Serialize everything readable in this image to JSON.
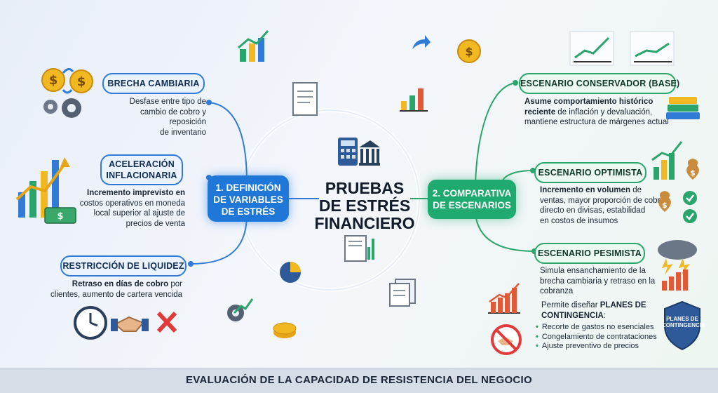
{
  "center": {
    "title_lines": [
      "PRUEBAS",
      "DE ESTRÉS",
      "FINANCIERO"
    ]
  },
  "left_hub": {
    "lines": [
      "1. DEFINICIÓN",
      "DE VARIABLES",
      "DE ESTRÉS"
    ]
  },
  "right_hub": {
    "lines": [
      "2. COMPARATIVA",
      "DE ESCENARIOS"
    ]
  },
  "left_nodes": [
    {
      "label": "BRECHA CAMBIARIA",
      "desc": [
        "Desfase entre tipo de",
        "cambio de cobro y reposición",
        "de inventario"
      ]
    },
    {
      "label_lines": [
        "ACELERACIÓN",
        "INFLACIONARIA"
      ],
      "desc_bold": [
        "Incremento imprevisto en"
      ],
      "desc": [
        "costos operativos en moneda",
        "local superior al ajuste de",
        "precios de venta"
      ]
    },
    {
      "label": "RESTRICCIÓN DE LIQUIDEZ",
      "desc_bold": [
        "Retraso en días de cobro"
      ],
      "desc_after": " por",
      "desc": [
        "clientes, aumento de cartera vencida"
      ]
    }
  ],
  "right_nodes": [
    {
      "label": "ESCENARIO CONSERVADOR (BASE)",
      "desc_bold": [
        "Asume comportamiento histórico",
        "reciente"
      ],
      "desc_after": " de inflación y devaluación,",
      "desc": [
        "mantiene estructura de márgenes actual"
      ]
    },
    {
      "label": "ESCENARIO OPTIMISTA",
      "desc_bold": [
        "Incremento en volumen"
      ],
      "desc_after": " de",
      "desc": [
        "ventas, mayor proporción de cobro",
        "directo en divisas, estabilidad",
        "en costos de insumos"
      ]
    },
    {
      "label": "ESCENARIO PESIMISTA",
      "desc": [
        "Simula ensanchamiento de la",
        "brecha cambiaria y retraso en la",
        "cobranza"
      ],
      "contingency_intro": "Permite diseñar",
      "contingency_bold": "PLANES DE",
      "contingency_bold2": "CONTINGENCIA",
      "contingency_after": ":",
      "bullets": [
        "Recorte de gastos no esenciales",
        "Congelamiento de contrataciones",
        "Ajuste preventivo de precios"
      ]
    }
  ],
  "shield_label": [
    "PLANES DE",
    "CONTINGENCIA"
  ],
  "footer": "EVALUACIÓN DE LA CAPACIDAD DE RESISTENCIA DEL NEGOCIO",
  "colors": {
    "blue": "#1f77d8",
    "green": "#1faa6f",
    "background": "#eef2f8"
  }
}
